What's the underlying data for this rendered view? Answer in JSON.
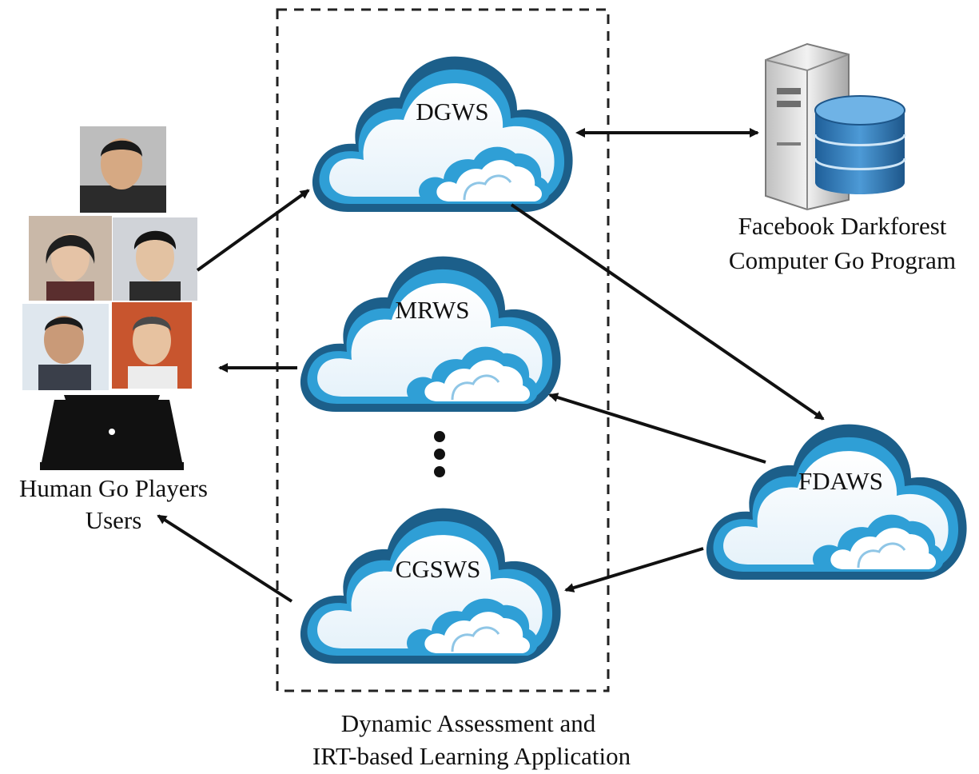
{
  "diagram": {
    "colors": {
      "cloud_outline": "#29a3dc",
      "cloud_shadow": "#1c5f8a",
      "cloud_inner": "#2f9fd6",
      "arrow": "#111111",
      "dashed_box": "#222222",
      "server_body": "#d9d9d9",
      "database": "#2e7ec0"
    },
    "clouds": {
      "dgws": "DGWS",
      "mrws": "MRWS",
      "cgsws": "CGSWS",
      "fdaws": "FDAWS"
    },
    "ellipsis_dots": 3,
    "server_caption": [
      "Facebook Darkforest",
      "Computer Go Program"
    ],
    "players_caption": [
      "Human Go Players",
      "Users"
    ],
    "app_caption": [
      "Dynamic Assessment and",
      "IRT-based Learning Application"
    ],
    "icons": {
      "players": "user-photos-icon",
      "laptop": "laptop-icon",
      "server": "server-icon",
      "database": "database-icon",
      "cloud": "cloud-icon"
    }
  }
}
